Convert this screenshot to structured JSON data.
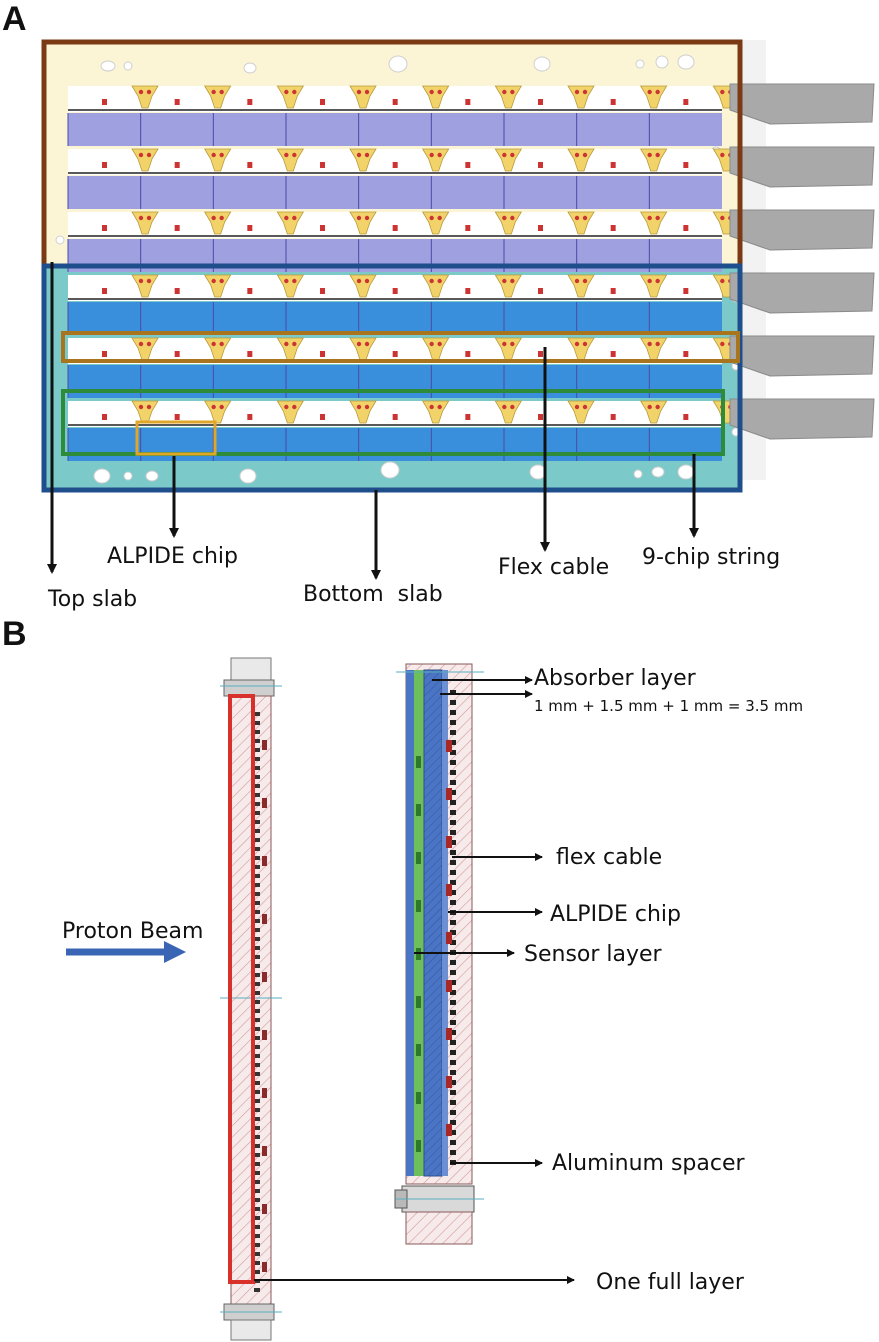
{
  "panel_a": {
    "letter": "A",
    "labels": {
      "top_slab": "Top slab",
      "alpide_chip": "ALPIDE chip",
      "bottom_slab": "Bottom  slab",
      "flex_cable": "Flex cable",
      "chip_string": "9-chip string"
    },
    "rows": 6,
    "chips_per_row": 9,
    "colors": {
      "top_slab_frame": "#7a3a14",
      "bottom_slab_frame": "#1f4e8c",
      "flex_cable_frame": "#a8741e",
      "string_frame": "#2e8b3a",
      "chip_frame": "#e0a62a",
      "top_sensor": "#9fa0e0",
      "bottom_sensor": "#3a8fdc",
      "top_plate": "#fbf5d6",
      "bottom_plate": "#7cc9c9"
    }
  },
  "panel_b": {
    "letter": "B",
    "labels": {
      "proton_beam": "Proton Beam",
      "absorber_layer": "Absorber layer",
      "absorber_formula": "1 mm + 1.5 mm + 1 mm = 3.5 mm",
      "flex_cable": "flex cable",
      "alpide_chip": "ALPIDE chip",
      "sensor_layer": "Sensor layer",
      "aluminum_spacer": "Aluminum spacer",
      "one_full_layer": "One full layer"
    },
    "colors": {
      "beam_arrow": "#3a64b4",
      "full_layer_frame": "#d8302a",
      "absorber": "#4a74c4",
      "sensor": "#6cbf5a"
    }
  }
}
